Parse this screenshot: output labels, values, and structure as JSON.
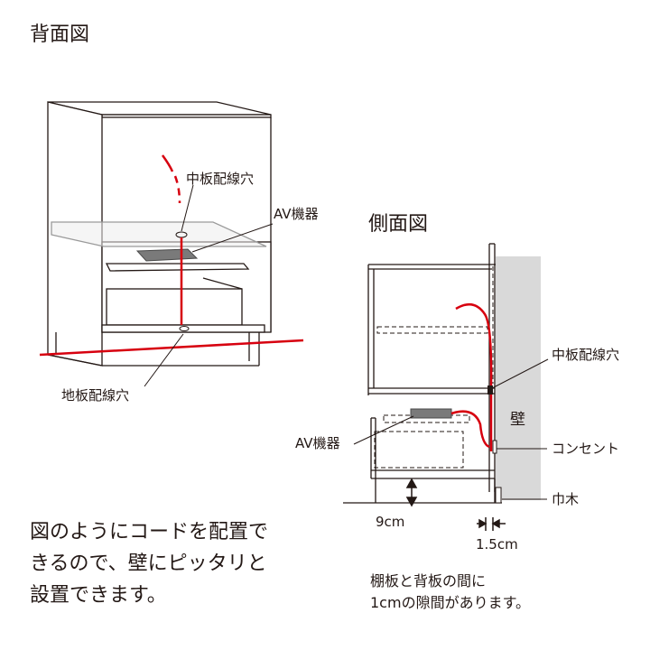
{
  "rear_view": {
    "title": "背面図",
    "labels": {
      "middle_hole": "中板配線穴",
      "av_device": "AV機器",
      "floor_hole": "地板配線穴"
    }
  },
  "side_view": {
    "title": "側面図",
    "labels": {
      "middle_hole": "中板配線穴",
      "wall": "壁",
      "av_device": "AV機器",
      "outlet": "コンセント",
      "baseboard": "巾木",
      "height_9cm": "9cm",
      "gap_15cm": "1.5cm"
    },
    "note": "棚板と背板の間に\n1cmの隙間があります。"
  },
  "description": "図のようにコードを配置で\nきるので、壁にピッタリと\n設置できます。",
  "colors": {
    "cord": "#d7000f",
    "line": "#231815",
    "wall": "#d9d9d9",
    "av_device": "#7a7a7a"
  }
}
